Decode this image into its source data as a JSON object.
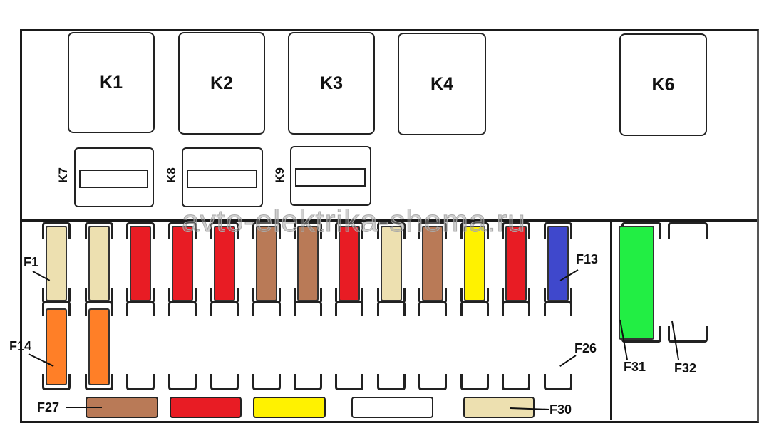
{
  "relays": [
    {
      "label": "K1"
    },
    {
      "label": "K2"
    },
    {
      "label": "K3"
    },
    {
      "label": "K4"
    },
    {
      "label": "K6"
    }
  ],
  "mini_relays": [
    {
      "label": "K7"
    },
    {
      "label": "K8"
    },
    {
      "label": "K9"
    }
  ],
  "watermark": "avto-elektrika-shema.ru",
  "colors": {
    "beige": "#ede0b0",
    "red": "#e81c24",
    "brown": "#b97a57",
    "yellow": "#fff200",
    "blue": "#3f48cc",
    "orange": "#ff7f27",
    "green": "#22ee44",
    "white": "#ffffff"
  },
  "top_row_fuses": [
    "beige",
    "beige",
    "red",
    "red",
    "red",
    "brown",
    "brown",
    "red",
    "beige",
    "brown",
    "yellow",
    "red",
    "blue"
  ],
  "second_row_fuses": [
    "orange",
    "orange",
    null,
    null,
    null,
    null,
    null,
    null,
    null,
    null,
    null,
    null,
    null
  ],
  "bottom_fuses": [
    "brown",
    "red",
    "yellow",
    "white",
    "beige"
  ],
  "maxi_fuses": [
    "green",
    null
  ],
  "labels": {
    "f1": "F1",
    "f13": "F13",
    "f14": "F14",
    "f26": "F26",
    "f27": "F27",
    "f30": "F30",
    "f31": "F31",
    "f32": "F32"
  }
}
